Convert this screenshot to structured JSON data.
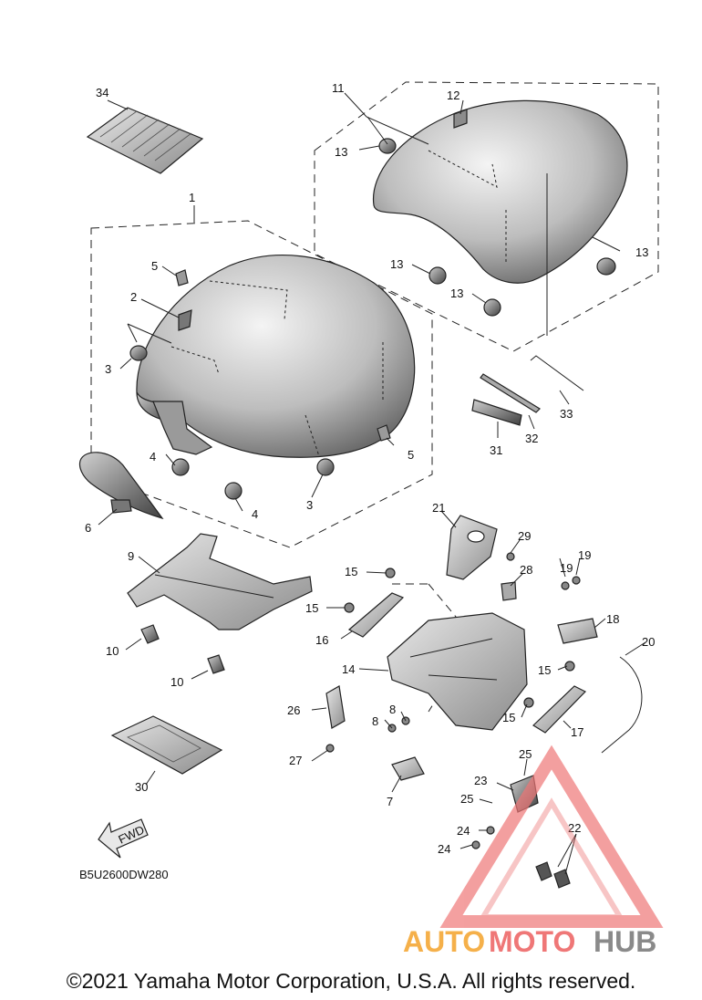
{
  "callouts": {
    "c1": "1",
    "c2": "2",
    "c3a": "3",
    "c3b": "3",
    "c4a": "4",
    "c4b": "4",
    "c5a": "5",
    "c5b": "5",
    "c6": "6",
    "c7": "7",
    "c8a": "8",
    "c8b": "8",
    "c9": "9",
    "c10a": "10",
    "c10b": "10",
    "c11": "11",
    "c12": "12",
    "c13a": "13",
    "c13b": "13",
    "c13c": "13",
    "c13d": "13",
    "c14": "14",
    "c15a": "15",
    "c15b": "15",
    "c15c": "15",
    "c15d": "15",
    "c16": "16",
    "c17": "17",
    "c18": "18",
    "c19a": "19",
    "c19b": "19",
    "c20": "20",
    "c21": "21",
    "c22": "22",
    "c23": "23",
    "c24a": "24",
    "c24b": "24",
    "c25a": "25",
    "c25b": "25",
    "c26": "26",
    "c27": "27",
    "c28": "28",
    "c29": "29",
    "c30": "30",
    "c31": "31",
    "c32": "32",
    "c33": "33",
    "c34": "34"
  },
  "fwd_label": "FWD",
  "diagram_code": "B5U2600DW280",
  "watermark": {
    "part1": "AUTO",
    "part2": "MOTO",
    "part3": "HUB",
    "color1": "#f5b04a",
    "color2": "#ef7777",
    "color3": "#8a8a8a"
  },
  "copyright": "©2021 Yamaha Motor Corporation, U.S.A. All rights reserved."
}
